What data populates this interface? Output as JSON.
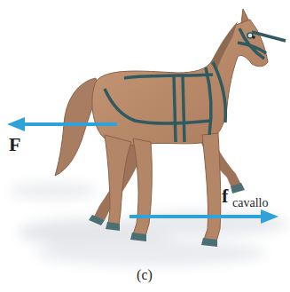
{
  "diagram": {
    "caption": "(c)",
    "labels": [
      "F",
      "f",
      "cavallo"
    ]
  }
}
